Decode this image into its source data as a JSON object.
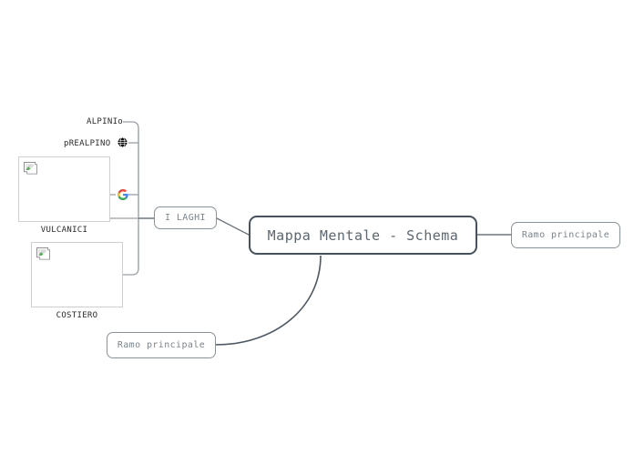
{
  "app": {
    "type": "mind-map",
    "canvas_background": "#ffffff"
  },
  "theme": {
    "root_border": "#47525e",
    "root_text": "#5b6670",
    "branch_border": "#8a9299",
    "branch_text": "#7b848c",
    "edge_dark": "#4d5862",
    "edge_light": "#9aa1a7",
    "label_text": "#2b2b2b",
    "image_frame_border": "#cfcfcf",
    "google_red": "#ea4335",
    "google_yellow": "#fbbc05",
    "google_green": "#34a853",
    "google_blue": "#4285f4"
  },
  "root": {
    "label": "Mappa Mentale - Schema"
  },
  "branches": {
    "right": {
      "label": "Ramo principale"
    },
    "bottom": {
      "label": "Ramo principale"
    },
    "left": {
      "label": "I LAGHI",
      "children": [
        {
          "label": "ALPINIo",
          "kind": "text"
        },
        {
          "label": "pREALPINO",
          "kind": "text",
          "icon": "globe-icon"
        },
        {
          "label": "",
          "kind": "icon",
          "icon": "google-g-icon"
        },
        {
          "label": "VULCANICI",
          "kind": "image-card",
          "icon": "broken-image-icon"
        },
        {
          "label": "COSTIERO",
          "kind": "image-card",
          "icon": "broken-image-icon"
        }
      ]
    }
  }
}
